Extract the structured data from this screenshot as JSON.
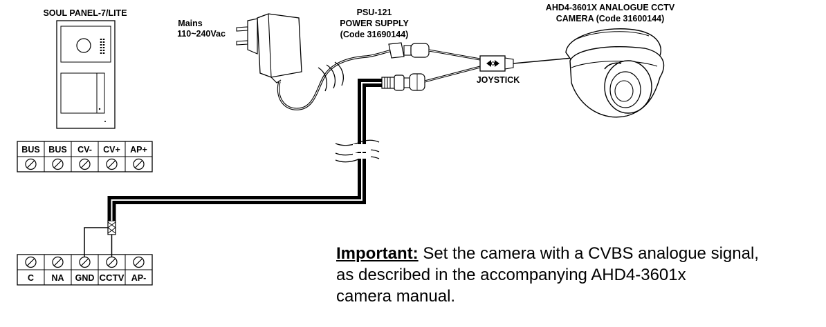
{
  "labels": {
    "panel": "SOUL PANEL-7/LITE",
    "mains_1": "Mains",
    "mains_2": "110~240Vac",
    "psu_1": "PSU-121",
    "psu_2": "POWER SUPPLY",
    "psu_3": "(Code 31690144)",
    "camera_1": "AHD4-3601X ANALOGUE CCTV",
    "camera_2": "CAMERA (Code 31600144)",
    "joystick": "JOYSTICK"
  },
  "panel_terminals": [
    "BUS",
    "BUS",
    "CV-",
    "CV+",
    "AP+"
  ],
  "monitor_terminals": [
    "C",
    "NA",
    "GND",
    "CCTV",
    "AP-"
  ],
  "note": {
    "heading": "Important:",
    "line1": " Set the camera with a CVBS analogue signal,",
    "line2": "as described in the accompanying AHD4-3601x",
    "line3": "camera manual."
  }
}
